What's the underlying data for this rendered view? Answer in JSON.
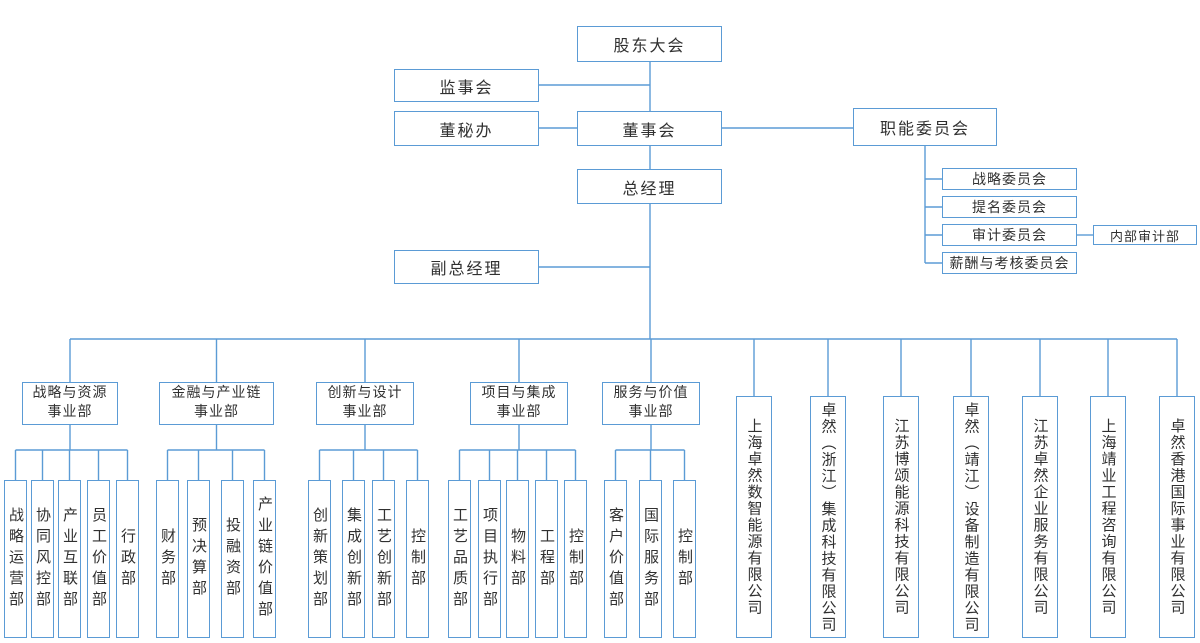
{
  "palette": {
    "line_color": "#5b9bd5",
    "border_color": "#5b9bd5",
    "text_color": "#303030",
    "background": "#ffffff"
  },
  "nodes": {
    "shareholders": "股东大会",
    "supervisory_board": "监事会",
    "board_secretary_office": "董秘办",
    "board_of_directors": "董事会",
    "functional_committees": "职能委员会",
    "general_manager": "总经理",
    "deputy_general_manager": "副总经理",
    "internal_audit": "内部审计部"
  },
  "committees": [
    "战略委员会",
    "提名委员会",
    "审计委员会",
    "薪酬与考核委员会"
  ],
  "divisions": [
    {
      "label": "战略与资源\n事业部",
      "departments": [
        "战略运营部",
        "协同风控部",
        "产业互联部",
        "员工价值部",
        "行政部"
      ]
    },
    {
      "label": "金融与产业链\n事业部",
      "departments": [
        "财务部",
        "预决算部",
        "投融资部",
        "产业链价值部"
      ]
    },
    {
      "label": "创新与设计\n事业部",
      "departments": [
        "创新策划部",
        "集成创新部",
        "工艺创新部",
        "控制部"
      ]
    },
    {
      "label": "项目与集成\n事业部",
      "departments": [
        "工艺品质部",
        "项目执行部",
        "物料部",
        "工程部",
        "控制部"
      ]
    },
    {
      "label": "服务与价值\n事业部",
      "departments": [
        "客户价值部",
        "国际服务部",
        "控制部"
      ]
    }
  ],
  "companies": [
    "上海卓然数智能源有限公司",
    "卓然（浙江）集成科技有限公司",
    "江苏博颂能源科技有限公司",
    "卓然（靖江）设备制造有限公司",
    "江苏卓然企业服务有限公司",
    "上海靖业工程咨询有限公司",
    "卓然香港国际事业有限公司"
  ]
}
